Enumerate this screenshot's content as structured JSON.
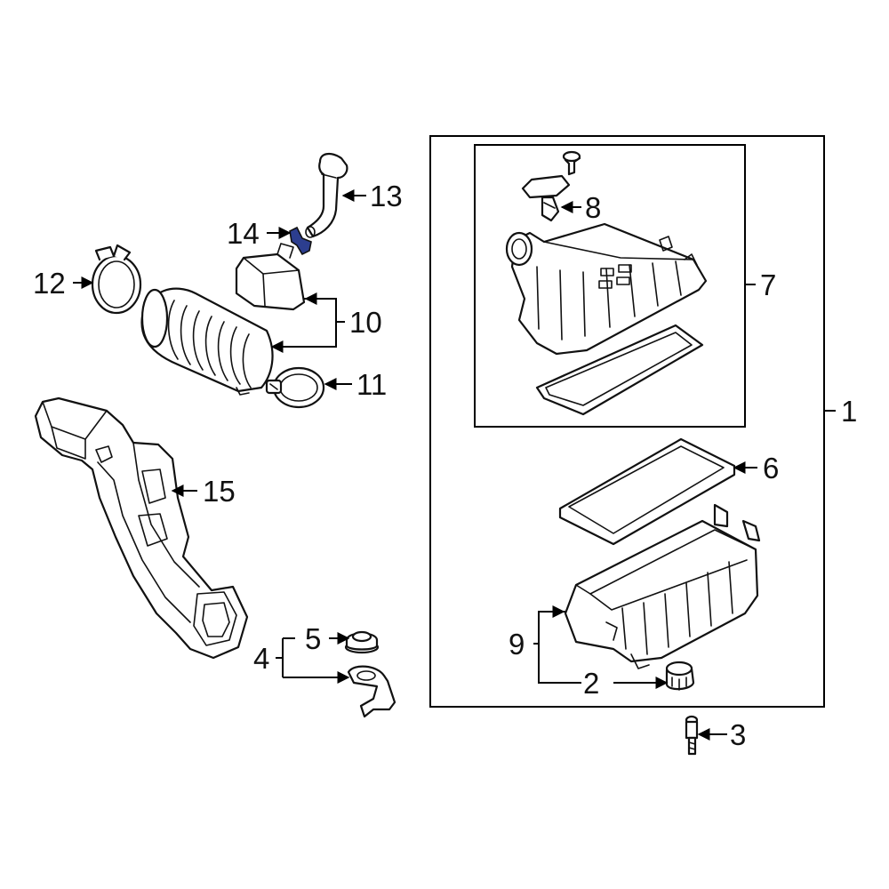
{
  "diagram": {
    "callouts": {
      "c1": "1",
      "c2": "2",
      "c3": "3",
      "c4": "4",
      "c5": "5",
      "c6": "6",
      "c7": "7",
      "c8": "8",
      "c9": "9",
      "c10": "10",
      "c11": "11",
      "c12": "12",
      "c13": "13",
      "c14": "14",
      "c15": "15"
    },
    "colors": {
      "line": "#111111",
      "highlight": "#2c3e8f",
      "background": "#ffffff"
    }
  }
}
